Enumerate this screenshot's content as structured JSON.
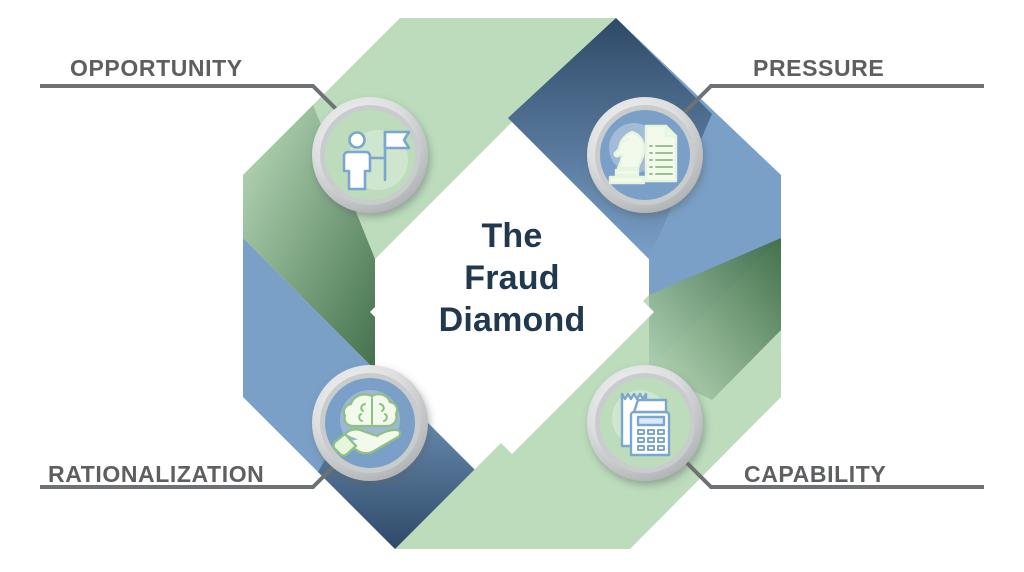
{
  "diagram": {
    "title_lines": [
      "The",
      "Fraud",
      "Diamond"
    ],
    "center_text": "The Fraud Diamond",
    "background_color": "#ffffff",
    "palette": {
      "green": "#bcdcbc",
      "green_dark": "#3f6b46",
      "blue": "#7aa0c8",
      "blue_dark": "#2c4762",
      "label_text": "#5d5f61",
      "center_text": "#22384f",
      "connector_line": "#6f7274",
      "ring_outer": "#d9dbdc",
      "ring_inner": "#b9bcbe",
      "icon_blue_stroke": "#7aa6cf",
      "icon_green_stroke": "#d9f0d2"
    },
    "quadrants": [
      {
        "id": "opportunity",
        "label": "OPPORTUNITY",
        "position": "top-left",
        "band_color": "#bcdcbc",
        "badge_fill": "#bcdcbc",
        "icon_name": "person-with-flag-icon",
        "icon_stroke": "#7aa6cf"
      },
      {
        "id": "pressure",
        "label": "PRESSURE",
        "position": "top-right",
        "band_color": "#7aa0c8",
        "badge_fill": "#7aa0c8",
        "icon_name": "chess-knight-and-checklist-icon",
        "icon_stroke": "#e3f4dc"
      },
      {
        "id": "rationalization",
        "label": "RATIONALIZATION",
        "position": "bottom-left",
        "band_color": "#7aa0c8",
        "badge_fill": "#7aa0c8",
        "icon_name": "hand-holding-brain-icon",
        "icon_stroke": "#e3f4dc"
      },
      {
        "id": "capability",
        "label": "CAPABILITY",
        "position": "bottom-right",
        "band_color": "#bcdcbc",
        "badge_fill": "#bcdcbc",
        "icon_name": "receipt-calculator-icon",
        "icon_stroke": "#7aa6cf"
      }
    ]
  }
}
